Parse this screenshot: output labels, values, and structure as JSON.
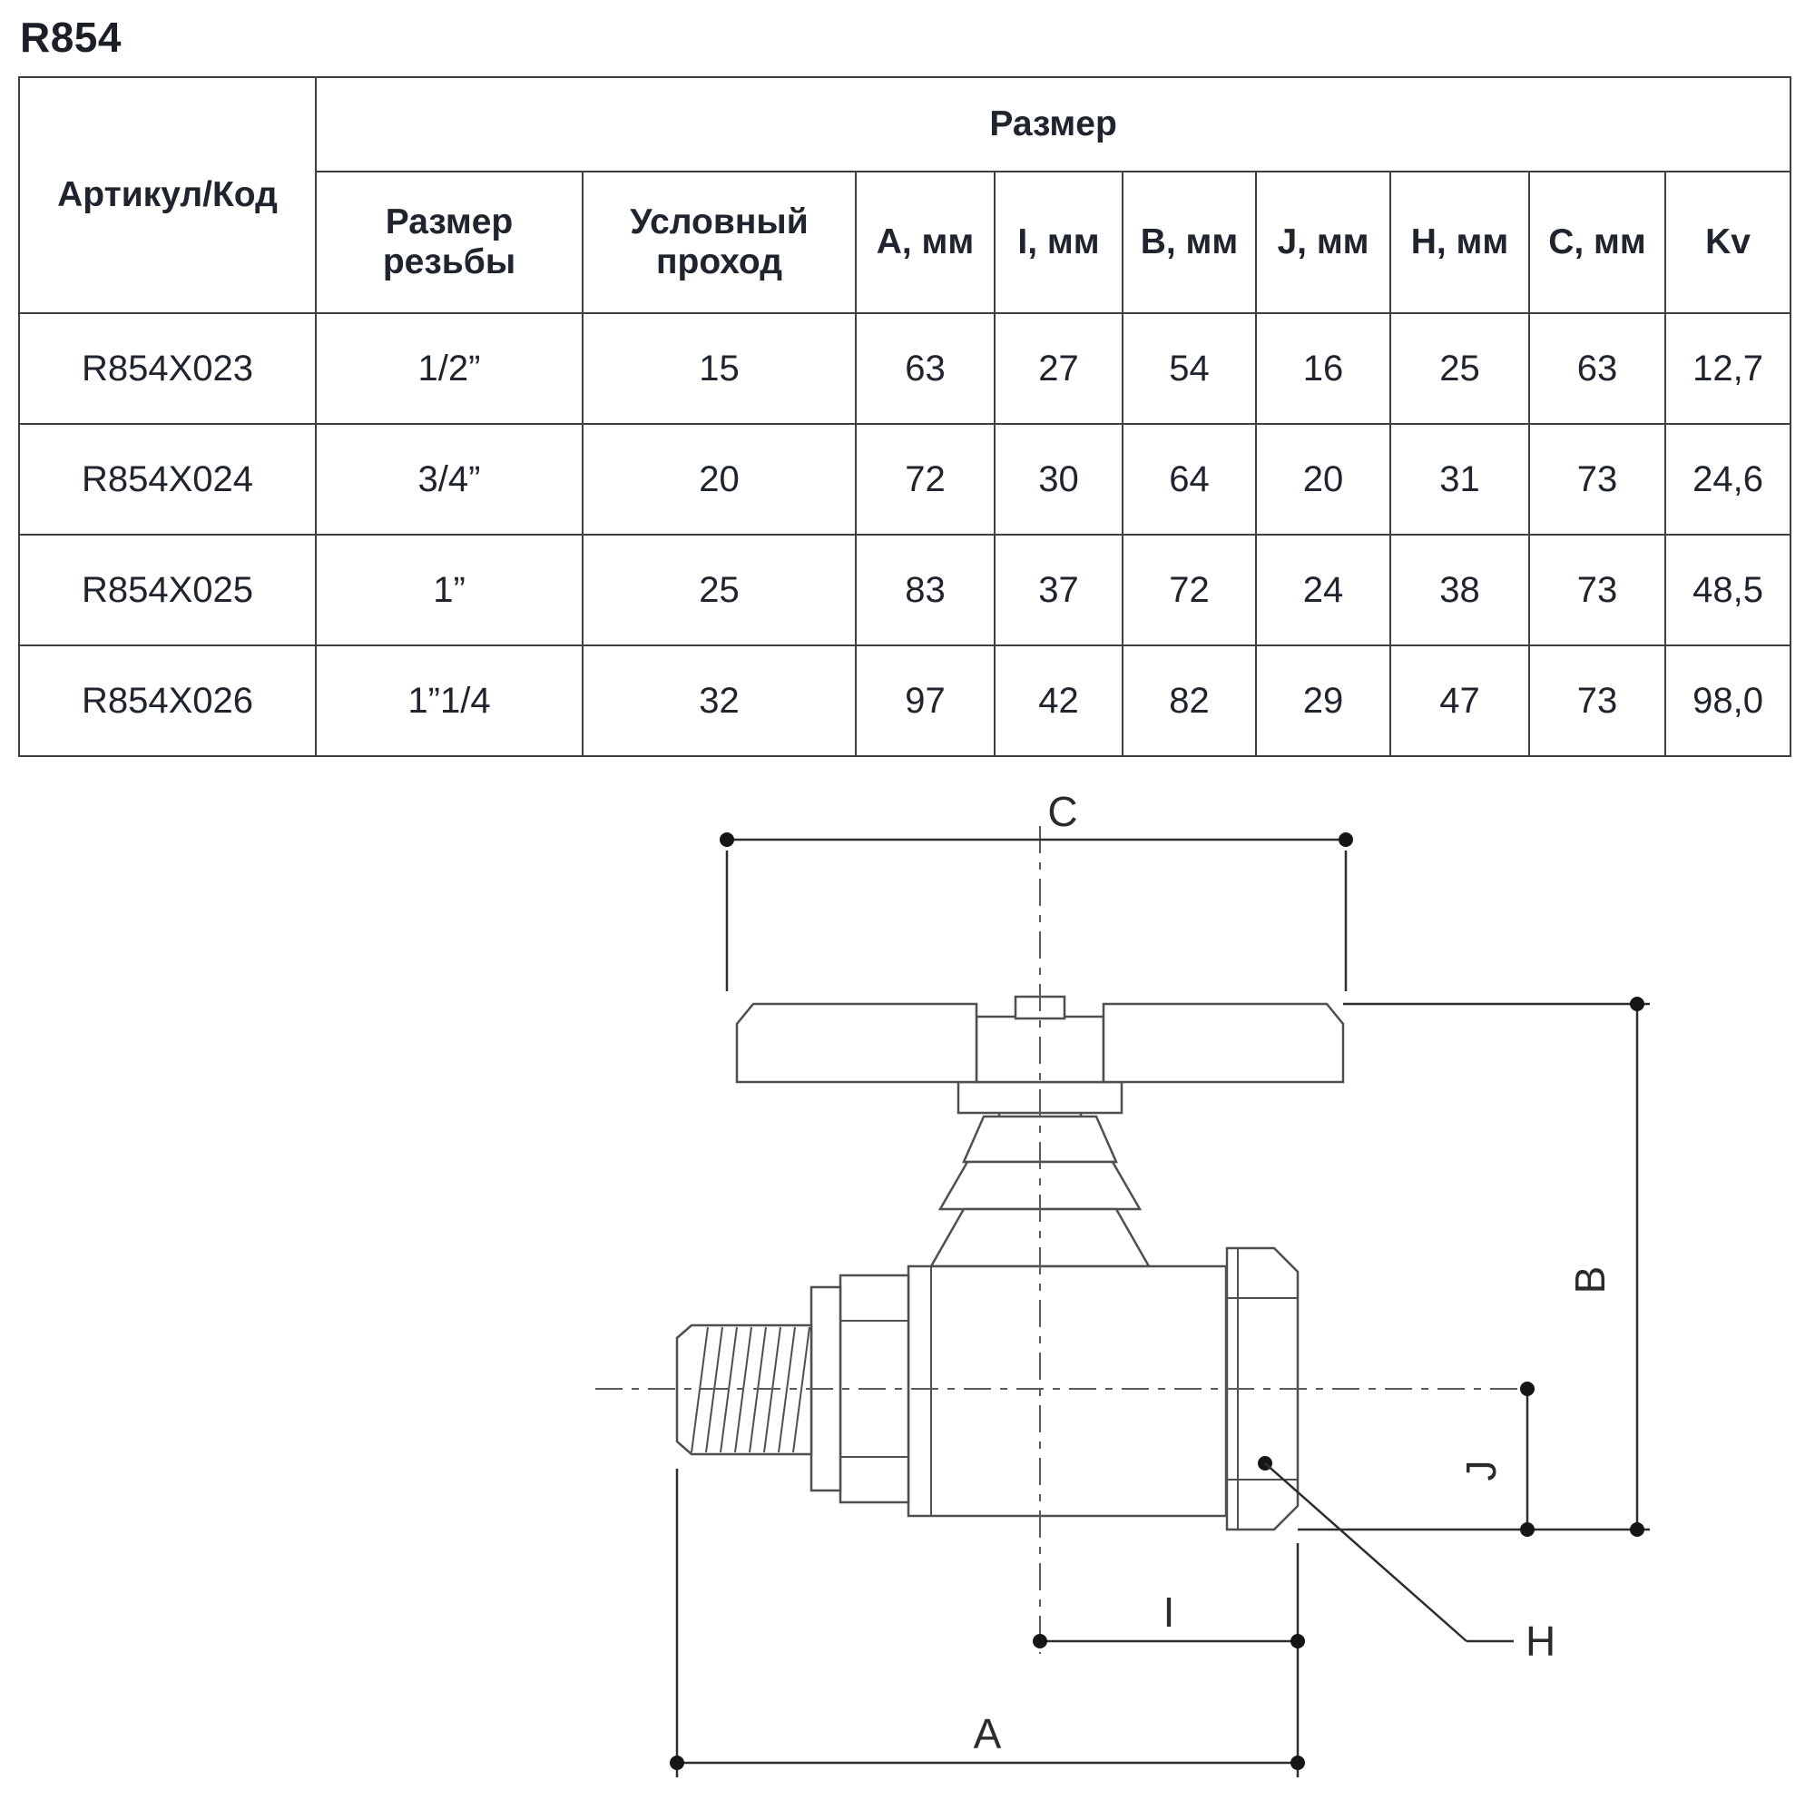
{
  "page": {
    "title": "R854"
  },
  "table": {
    "article_header": "Артикул/Код",
    "size_group_header": "Размер",
    "sub_headers": [
      "Размер\nрезьбы",
      "Условный\nпроход",
      "A, мм",
      "I, мм",
      "B, мм",
      "J, мм",
      "H, мм",
      "C, мм",
      "Kv"
    ],
    "rows": [
      [
        "R854X023",
        "1/2”",
        "15",
        "63",
        "27",
        "54",
        "16",
        "25",
        "63",
        "12,7"
      ],
      [
        "R854X024",
        "3/4”",
        "20",
        "72",
        "30",
        "64",
        "20",
        "31",
        "73",
        "24,6"
      ],
      [
        "R854X025",
        "1”",
        "25",
        "83",
        "37",
        "72",
        "24",
        "38",
        "73",
        "48,5"
      ],
      [
        "R854X026",
        "1”1/4",
        "32",
        "97",
        "42",
        "82",
        "29",
        "47",
        "73",
        "98,0"
      ]
    ]
  },
  "diagram": {
    "dimension_labels": {
      "c": "C",
      "b": "B",
      "j": "J",
      "h": "H",
      "i": "I",
      "a": "A"
    }
  }
}
